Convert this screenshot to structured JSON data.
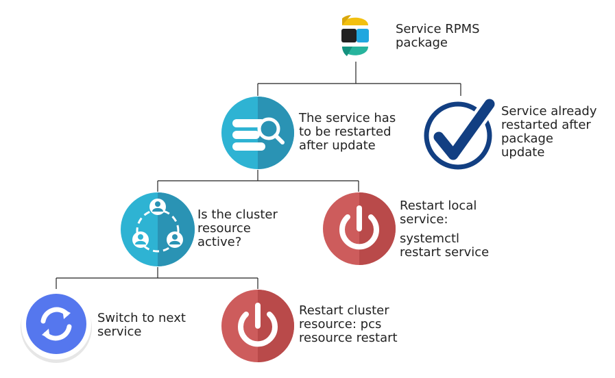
{
  "nodes": {
    "root": {
      "label": "Service RPMS\npackage",
      "icon": "elastic-logo-icon"
    },
    "needs_restart": {
      "label": "The service has\nto be restarted\nafter update",
      "icon": "server-search-icon"
    },
    "already_restarted": {
      "label": "Service already\nrestarted after\npackage\nupdate",
      "icon": "checkmark-icon"
    },
    "cluster_active": {
      "label": "Is the cluster\nresource\nactive?",
      "icon": "cluster-users-icon"
    },
    "restart_local": {
      "label": "Restart local\nservice:",
      "command": "systemctl\nrestart service",
      "icon": "power-icon"
    },
    "switch_next": {
      "label": "Switch to next\nservice",
      "icon": "sync-icon"
    },
    "restart_cluster": {
      "label": "Restart cluster\nresource: pcs\nresource restart",
      "icon": "power-icon"
    }
  },
  "colors": {
    "teal": "#2eb3d3",
    "teal_shade": "#2a93b4",
    "red": "#cd5c5c",
    "red_shade": "#b94a4a",
    "blue": "#5577ee",
    "navy": "#123f82",
    "logo_yellow": "#f2c010",
    "logo_black": "#222222",
    "logo_cyan": "#20a7df",
    "logo_green": "#27b49d",
    "line": "#222222"
  }
}
